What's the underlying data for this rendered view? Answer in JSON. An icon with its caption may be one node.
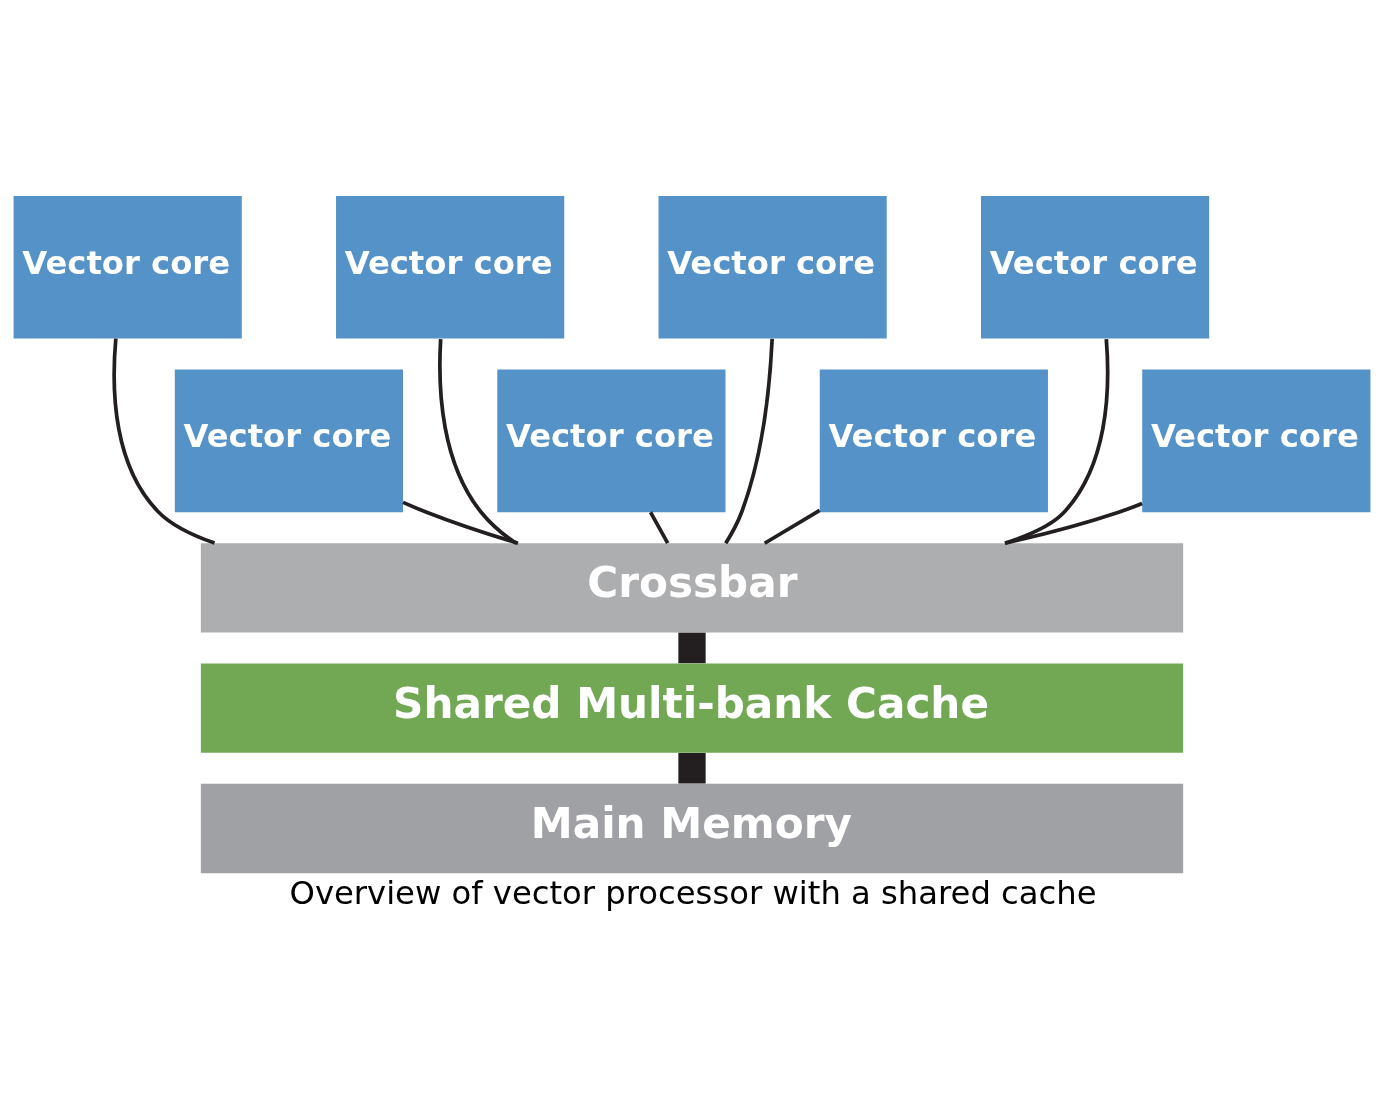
{
  "diagram": {
    "caption": "Overview of vector processor with a shared cache",
    "nodes": [
      {
        "text": [
          "Vector core"
        ]
      },
      {
        "text": [
          "Vector core"
        ]
      },
      {
        "text": [
          "Vector core"
        ]
      },
      {
        "text": [
          "Vector core"
        ]
      },
      {
        "text": [
          "Vector core"
        ]
      },
      {
        "text": [
          "Vector core"
        ]
      },
      {
        "text": [
          "Vector core"
        ]
      },
      {
        "text": [
          "Vector core"
        ]
      },
      {
        "text": [
          "Crossbar"
        ]
      },
      {
        "text": [
          "Shared Multi-bank Cache"
        ]
      },
      {
        "text": [
          "Main Memory"
        ]
      }
    ],
    "edges": [
      {
        "from": 0,
        "to": 8,
        "arrow": "none"
      },
      {
        "from": 4,
        "to": 8,
        "arrow": "none"
      },
      {
        "from": 1,
        "to": 8,
        "arrow": "none"
      },
      {
        "from": 5,
        "to": 8,
        "arrow": "none"
      },
      {
        "from": 2,
        "to": 8,
        "arrow": "none"
      },
      {
        "from": 6,
        "to": 8,
        "arrow": "none"
      },
      {
        "from": 3,
        "to": 8,
        "arrow": "none"
      },
      {
        "from": 7,
        "to": 8,
        "arrow": "none"
      },
      {
        "from": 8,
        "to": 9,
        "arrow": "none",
        "style": "thick"
      },
      {
        "from": 9,
        "to": 10,
        "arrow": "none",
        "style": "thick"
      }
    ]
  }
}
